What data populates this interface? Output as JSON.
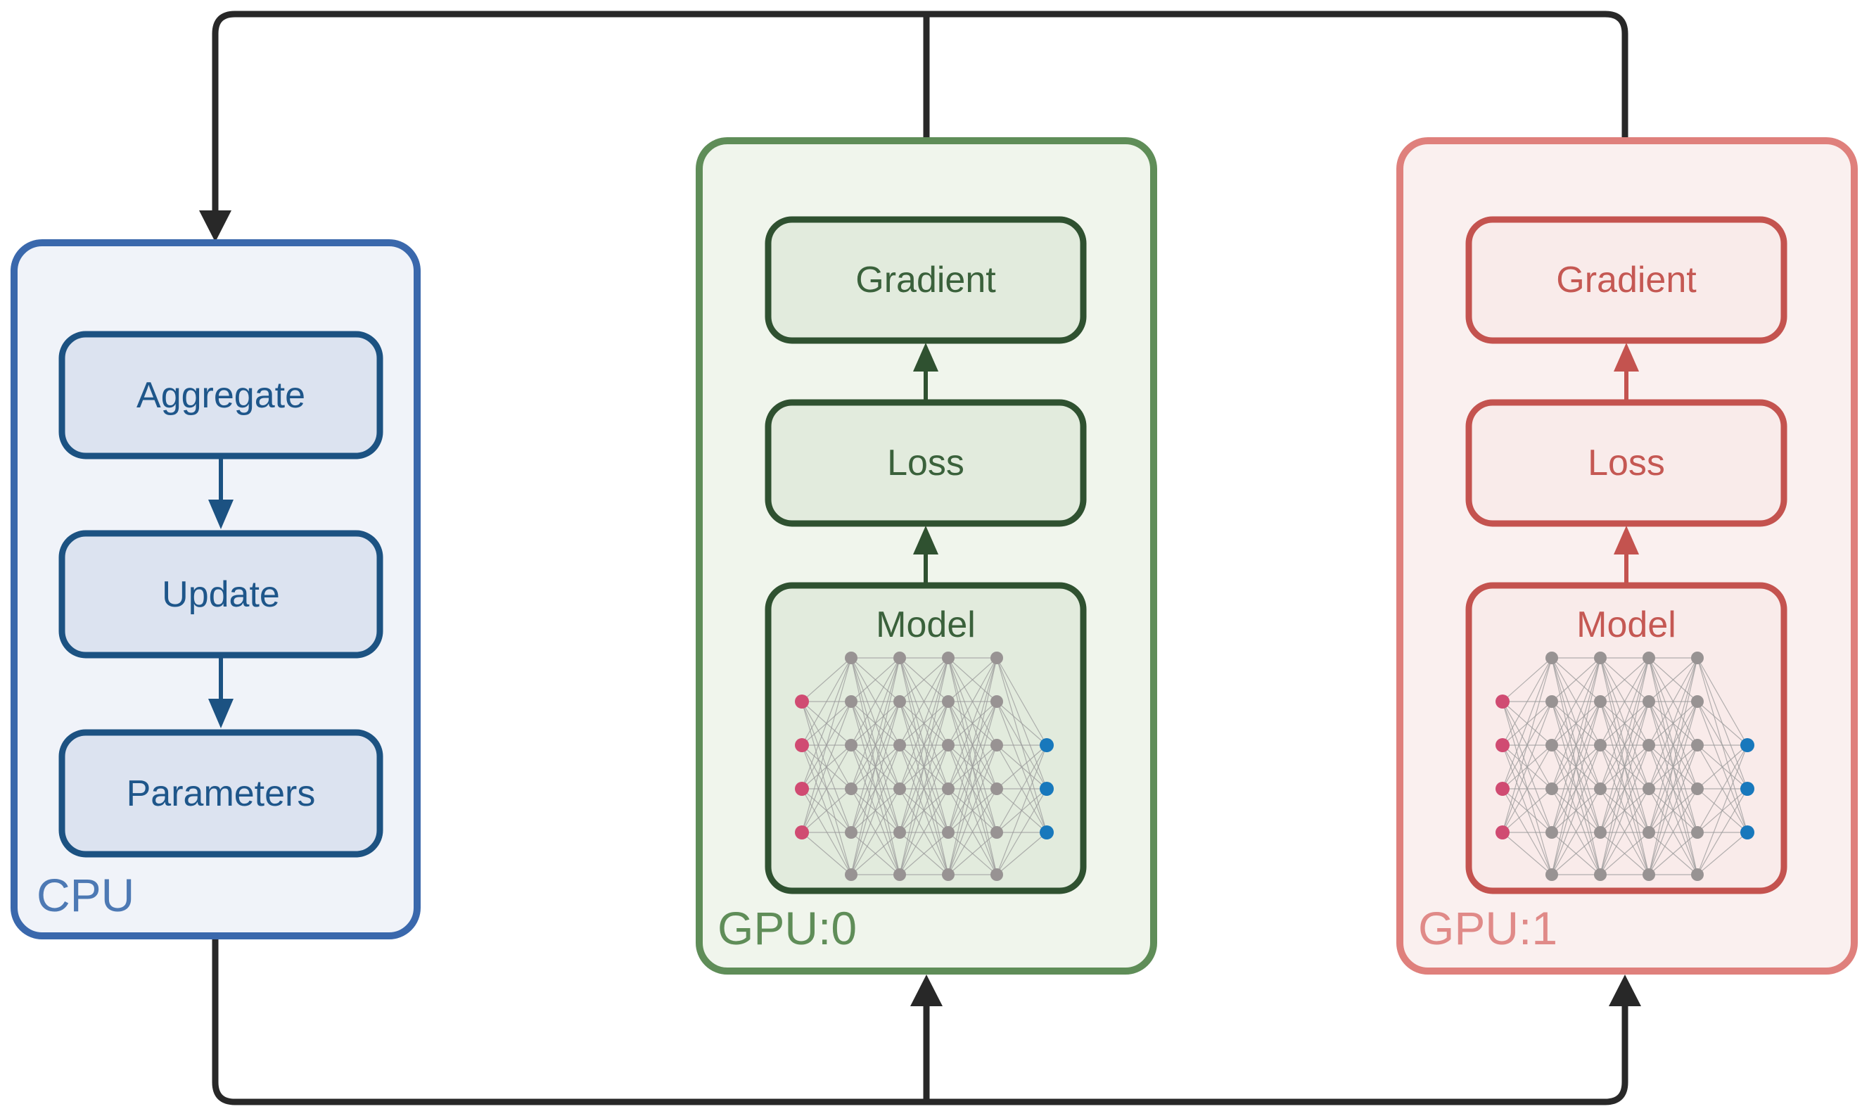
{
  "colors": {
    "line": "#282828",
    "blue": {
      "border": "#3a68ac",
      "fill": "#f0f3f9",
      "inner_border": "#1c5282",
      "inner_fill": "#dce3f0",
      "text": "#1e568a",
      "label": "#4d79b4"
    },
    "green": {
      "border": "#5f8d58",
      "fill": "#f0f5ec",
      "inner_border": "#2f5130",
      "inner_fill": "#e2ebdd",
      "text": "#3a613b",
      "label": "#5f8d58"
    },
    "red": {
      "border": "#df807c",
      "fill": "#faf0ef",
      "inner_border": "#c4534f",
      "inner_fill": "#f9ebea",
      "text": "#c55853",
      "label": "#e08a88"
    },
    "network": {
      "input": "#d04b72",
      "hidden": "#989393",
      "output": "#1878bc",
      "edge": "#9a9a9a"
    }
  },
  "cpu": {
    "label": "CPU",
    "steps": [
      "Aggregate",
      "Update",
      "Parameters"
    ]
  },
  "gpus": [
    {
      "label": "GPU:0",
      "boxes": [
        "Gradient",
        "Loss",
        "Model"
      ]
    },
    {
      "label": "GPU:1",
      "boxes": [
        "Gradient",
        "Loss",
        "Model"
      ]
    }
  ]
}
